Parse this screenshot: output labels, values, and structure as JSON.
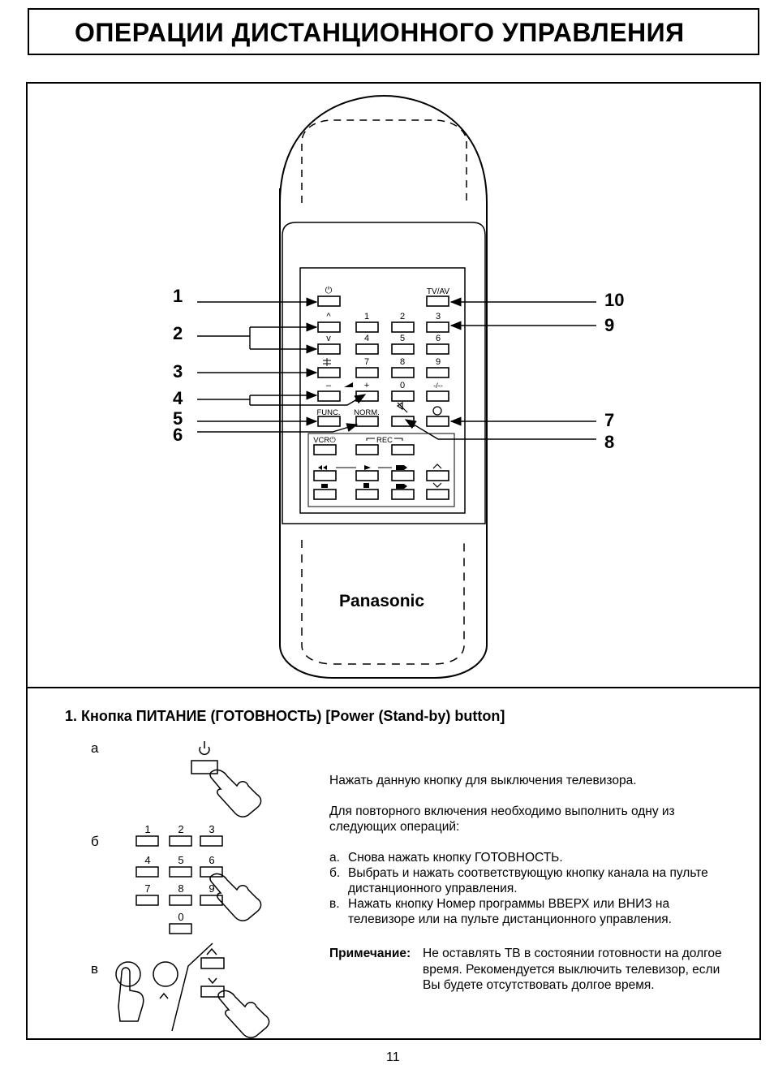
{
  "header": {
    "title": "ОПЕРАЦИИ ДИСТАНЦИОННОГО УПРАВЛЕНИЯ"
  },
  "remote": {
    "brand": "Panasonic",
    "button_labels": {
      "power": "⏻",
      "tvav": "TV/AV",
      "n1": "1",
      "n2": "2",
      "n3": "3",
      "n4": "4",
      "n5": "5",
      "n6": "6",
      "n7": "7",
      "n8": "8",
      "n9": "9",
      "n0": "0",
      "up": "^",
      "down": "v",
      "minus": "–",
      "plus": "+",
      "dash": "-/--",
      "func": "FUNC.",
      "norm": "NORM.",
      "vcr": "VCR⏻",
      "rec": "REC"
    },
    "callouts_left": [
      "1",
      "2",
      "3",
      "4",
      "5",
      "6"
    ],
    "callouts_right": [
      "10",
      "9",
      "7",
      "8"
    ]
  },
  "section": {
    "title": "1. Кнопка ПИТАНИЕ (ГОТОВНОСТЬ) [Power (Stand-by) button]",
    "step_a": "а",
    "step_b": "б",
    "step_v": "в",
    "keypad": [
      "1",
      "2",
      "3",
      "4",
      "5",
      "6",
      "7",
      "8",
      "9",
      "0"
    ],
    "desc1": "Нажать данную кнопку для выключения телевизора.",
    "desc2": "Для повторного включения необходимо выполнить одну из следующих операций:",
    "options": [
      {
        "marker": "а.",
        "text": "Снова нажать кнопку ГОТОВНОСТЬ."
      },
      {
        "marker": "б.",
        "text": "Выбрать и нажать соответствующую кнопку канала на пульте дистанционного управления."
      },
      {
        "marker": "в.",
        "text": "Нажать кнопку Номер программы ВВЕРХ или ВНИЗ на телевизоре или на пульте дистанционного управления."
      }
    ],
    "note_label": "Примечание:",
    "note_text": "Не оставлять ТВ в состоянии готовности на долгое время. Рекомендуется выключить телевизор, если Вы будете отсутствовать долгое время."
  },
  "page_number": "11"
}
